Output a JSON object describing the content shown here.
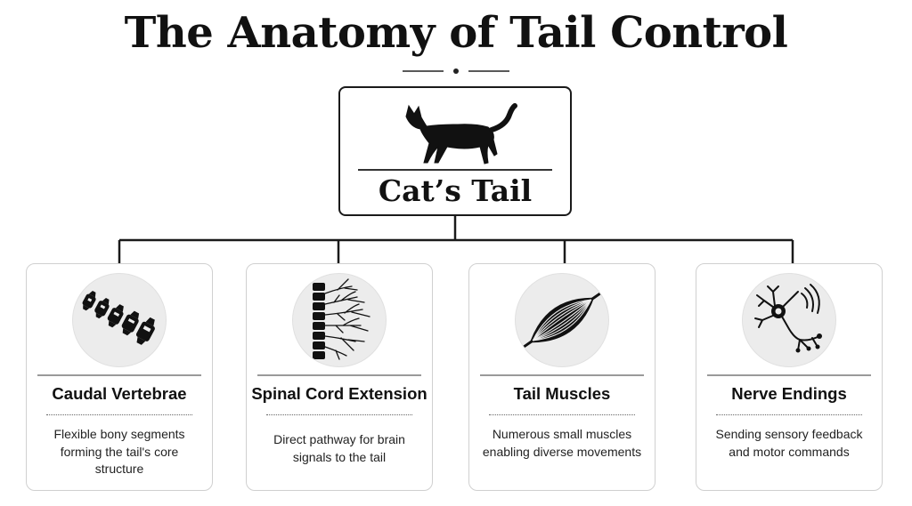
{
  "title": "The Anatomy of Tail Control",
  "root": {
    "label": "Cat’s Tail",
    "icon": "cat-silhouette-icon"
  },
  "cards": [
    {
      "title": "Caudal Vertebrae",
      "description": "Flexible bony segments forming the tail's core structure",
      "icon": "vertebrae-icon"
    },
    {
      "title": "Spinal Cord Extension",
      "description": "Direct pathway for brain signals to the tail",
      "icon": "spinal-cord-icon"
    },
    {
      "title": "Tail Muscles",
      "description": "Numerous small muscles enabling diverse movements",
      "icon": "muscle-icon"
    },
    {
      "title": "Nerve Endings",
      "description": "Sending sensory feedback and motor commands",
      "icon": "neuron-icon"
    }
  ],
  "colors": {
    "ink": "#111111",
    "card_border": "#d0d0d0",
    "icon_background": "#ececec"
  }
}
